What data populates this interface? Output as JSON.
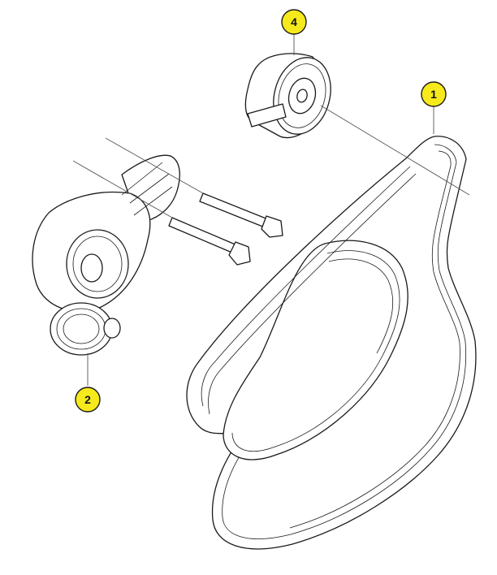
{
  "callouts": [
    {
      "id": "belt",
      "number": "1"
    },
    {
      "id": "tensioner",
      "number": "2"
    },
    {
      "id": "idler",
      "number": "4"
    }
  ],
  "colors": {
    "callout_fill": "#f7ea1c",
    "callout_stroke": "#1a1a1a",
    "line": "#1a1a1a",
    "background": "#ffffff"
  }
}
